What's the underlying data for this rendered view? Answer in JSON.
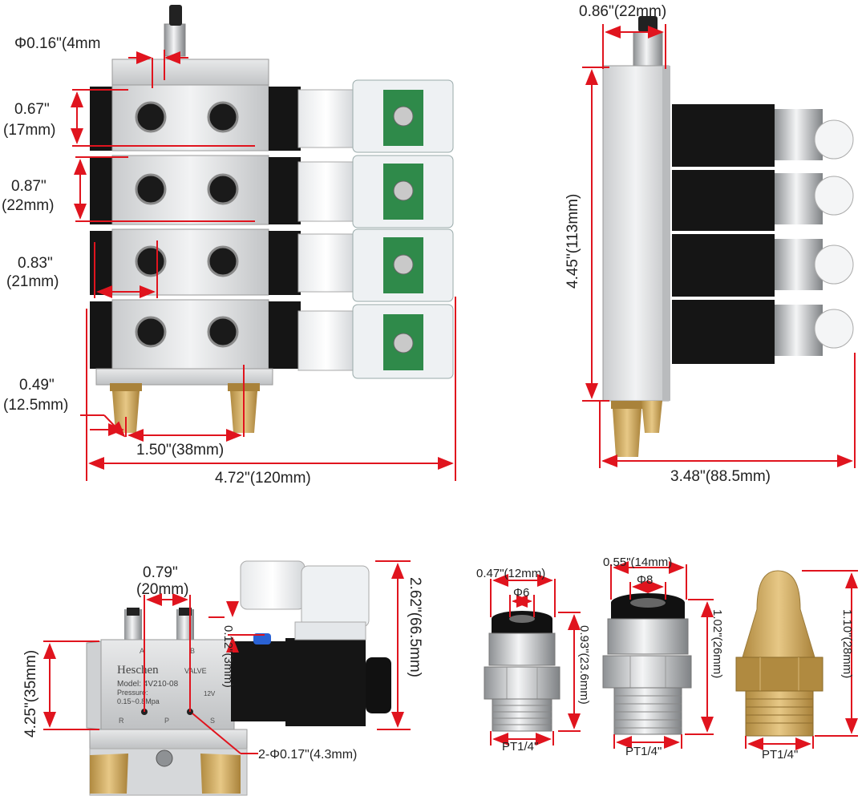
{
  "top_left_view": {
    "port_dia": "Φ0.16\"(4mm",
    "pitch_1": "0.67\"",
    "pitch_1_mm": "(17mm)",
    "pitch_2": "0.87\"",
    "pitch_2_mm": "(22mm)",
    "spacing": "0.83\"",
    "spacing_mm": "(21mm)",
    "muffler_offset": "0.49\"",
    "muffler_offset_mm": "(12.5mm)",
    "muffler_spacing": "1.50\"(38mm)",
    "overall_length": "4.72\"(120mm)"
  },
  "top_right_view": {
    "inlet_width": "0.86\"(22mm)",
    "height": "4.45\"(113mm)",
    "depth": "3.48\"(88.5mm)"
  },
  "valve_view": {
    "port_pitch": "0.79\"",
    "port_pitch_mm": "(20mm)",
    "offset": "0.12\"(3mm)",
    "body_height": "4.25\"(35mm)",
    "total_height": "2.62\"(66.5mm)",
    "mount_holes": "2-Φ0.17\"(4.3mm)",
    "label_brand": "Heschen",
    "label_valve": "VALVE",
    "label_model": "Model: 4V210-08",
    "label_pressure": "Pressure:",
    "label_range": "0.15~0.8Mpa",
    "label_volt": "12V",
    "port_a": "A",
    "port_b": "B",
    "port_r": "R",
    "port_p": "P",
    "port_s": "S"
  },
  "fitting_6mm": {
    "width": "0.47\"(12mm)",
    "tube": "Φ6",
    "height": "0.93\"(23.6mm)",
    "thread": "PT1/4\""
  },
  "fitting_8mm": {
    "width": "0.55\"(14mm)",
    "tube": "Φ8",
    "height": "1.02\"(26mm)",
    "thread": "PT1/4\""
  },
  "muffler": {
    "height": "1.10\"(28mm)",
    "thread": "PT1/4\""
  },
  "colors": {
    "dimension_line": "#e0141e",
    "aluminum": "#d9dbdd",
    "solenoid": "#151515",
    "brass": "#c8a15a"
  }
}
